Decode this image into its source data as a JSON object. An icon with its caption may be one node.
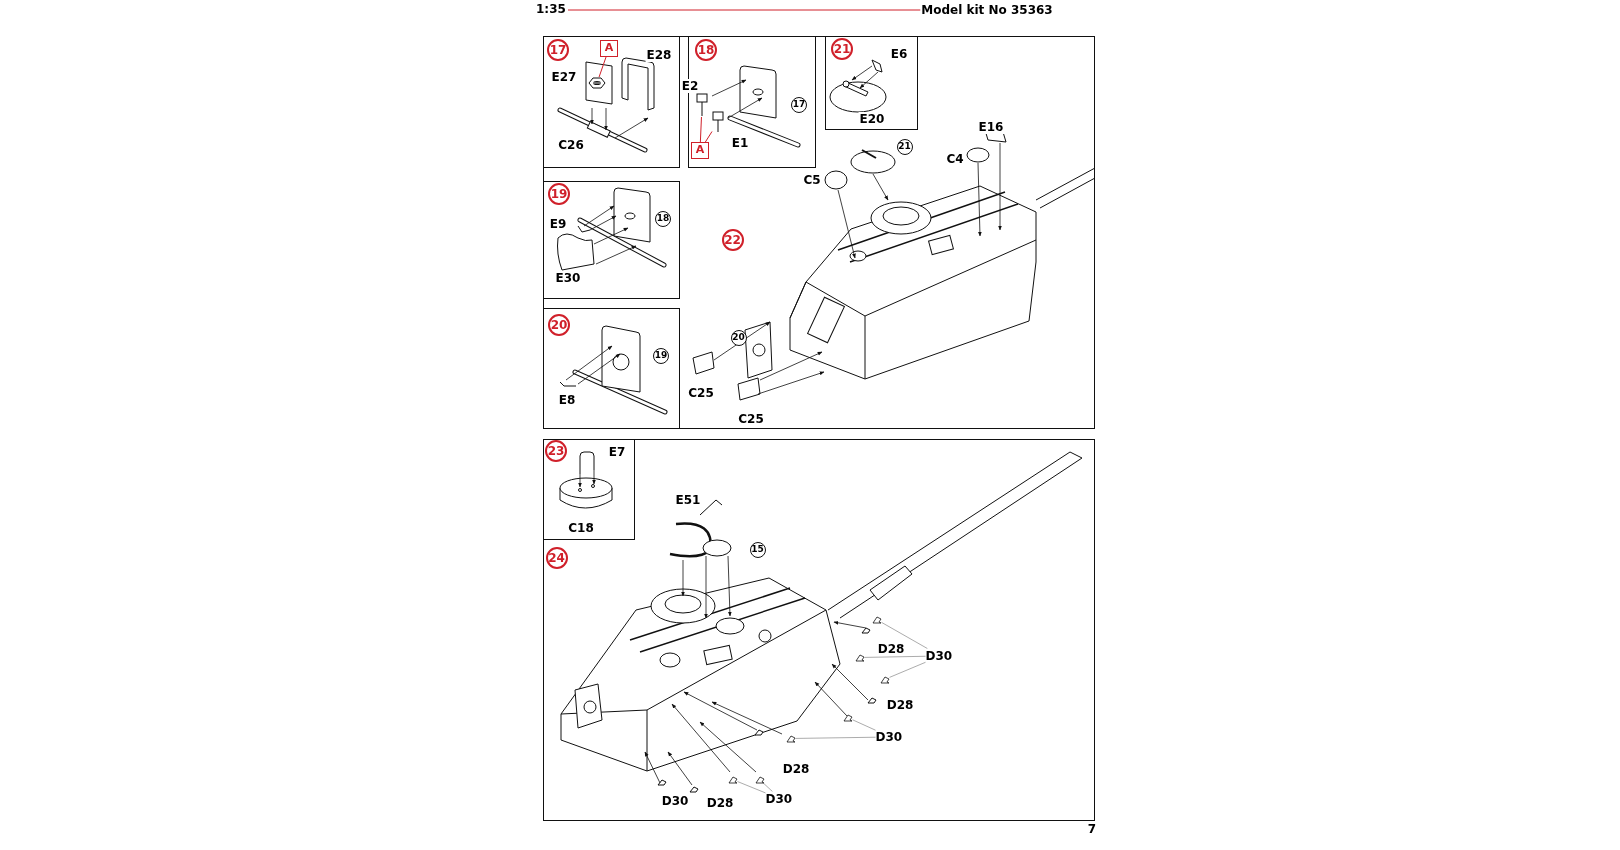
{
  "diagram": {
    "nodes": [
      {
        "text": [
          "22"
        ]
      },
      {
        "text": [
          "17"
        ],
        "in": 0
      },
      {
        "text": [
          "A"
        ],
        "in": 1
      },
      {
        "text": [
          "18"
        ],
        "in": 0
      },
      {
        "text": [
          "17"
        ],
        "in": 3
      },
      {
        "text": [
          "A"
        ],
        "in": 3
      },
      {
        "text": [
          "21"
        ],
        "in": 0
      },
      {
        "text": [
          "19"
        ],
        "in": 0
      },
      {
        "text": [
          "18"
        ],
        "in": 7
      },
      {
        "text": [
          "21"
        ],
        "in": 0
      },
      {
        "text": [
          "20"
        ],
        "in": 0
      },
      {
        "text": [
          "19"
        ],
        "in": 10
      },
      {
        "text": [
          "20"
        ],
        "in": 0
      },
      {
        "text": [
          "24"
        ]
      },
      {
        "text": [
          "23"
        ],
        "in": 13
      },
      {
        "text": [
          "15"
        ],
        "in": 13
      },
      {
        "text": [
          "D30"
        ],
        "in": 13
      },
      {
        "text": [
          "D30"
        ],
        "in": 13
      },
      {
        "text": [
          "D30"
        ],
        "in": 13
      },
      {
        "text": [],
        "shape": "picture",
        "in": 1
      },
      {
        "text": [],
        "shape": "picture",
        "in": 3
      },
      {
        "text": [],
        "shape": "picture",
        "in": 3
      },
      {
        "text": [],
        "shape": "picture",
        "in": 13
      },
      {
        "text": [],
        "shape": "picture",
        "in": 13
      },
      {
        "text": [],
        "shape": "picture",
        "in": 13
      },
      {
        "text": [],
        "shape": "picture",
        "in": 13
      },
      {
        "text": [],
        "shape": "picture",
        "in": 13
      },
      {
        "text": [],
        "shape": "picture",
        "in": 13
      },
      {
        "text": [],
        "shape": "picture",
        "in": 13
      }
    ],
    "edges": [
      {
        "from": 2,
        "to": 19,
        "arrow": "none",
        "color": "#d0202a"
      },
      {
        "from": 5,
        "to": 20,
        "arrow": "none",
        "color": "#d0202a"
      },
      {
        "from": 5,
        "to": 21,
        "arrow": "none",
        "color": "#d0202a"
      },
      {
        "from": 16,
        "to": 22,
        "arrow": "none"
      },
      {
        "from": 16,
        "to": 23,
        "arrow": "none"
      },
      {
        "from": 16,
        "to": 24,
        "arrow": "none"
      },
      {
        "from": 17,
        "to": 25,
        "arrow": "none"
      },
      {
        "from": 17,
        "to": 26,
        "arrow": "none"
      },
      {
        "from": 18,
        "to": 27,
        "arrow": "none"
      },
      {
        "from": 18,
        "to": 28,
        "arrow": "none"
      }
    ],
    "labels": [
      "1:35",
      "Model kit No 35363",
      "E28",
      "E27",
      "C26",
      "E2",
      "E1",
      "E6",
      "E20",
      "E9",
      "E30",
      "E8",
      "E16",
      "C4",
      "C5",
      "C25",
      "C25",
      "E7",
      "C18",
      "E51",
      "D28",
      "D28",
      "D28",
      "D30",
      "D28",
      "7"
    ]
  }
}
